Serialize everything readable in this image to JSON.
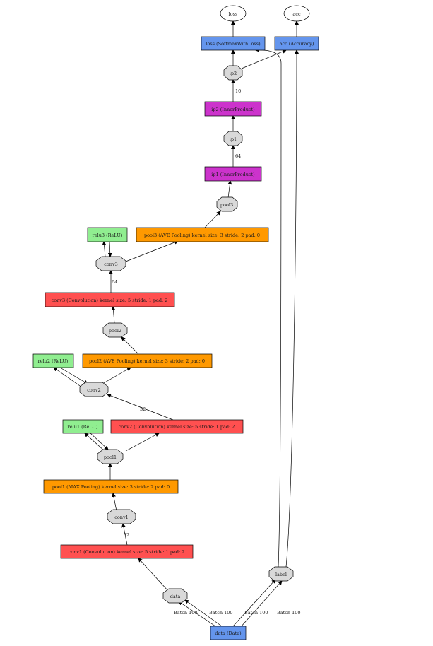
{
  "colors": {
    "blob": "#d9d9d9",
    "data_layer": "#6495ed",
    "convolution": "#ff5050",
    "pooling": "#ff9900",
    "relu": "#90ee90",
    "inner_product": "#cc33cc",
    "edge": "#000000"
  },
  "layers": {
    "loss_layer": "loss (SoftmaxWithLoss)",
    "acc_layer": "acc (Accuracy)",
    "ip2_layer": "ip2 (InnerProduct)",
    "ip1_layer": "ip1 (InnerProduct)",
    "pool3_layer": "pool3 (AVE Pooling) kernel size: 3 stride: 2 pad: 0",
    "relu3_layer": "relu3 (ReLU)",
    "conv3_layer": "conv3 (Convolution) kernel size: 5 stride: 1 pad: 2",
    "relu2_layer": "relu2 (ReLU)",
    "pool2_layer": "pool2 (AVE Pooling) kernel size: 3 stride: 2 pad: 0",
    "conv2_layer": "conv2 (Convolution) kernel size: 5 stride: 1 pad: 2",
    "relu1_layer": "relu1 (ReLU)",
    "pool1_layer": "pool1 (MAX Pooling) kernel size: 3 stride: 2 pad: 0",
    "conv1_layer": "conv1 (Convolution) kernel size: 5 stride: 1 pad: 2",
    "data_layer": "data (Data)"
  },
  "blobs": {
    "loss": "loss",
    "acc": "acc",
    "ip2": "ip2",
    "ip1": "ip1",
    "pool3": "pool3",
    "conv3": "conv3",
    "pool2": "pool2",
    "conv2": "conv2",
    "pool1": "pool1",
    "conv1": "conv1",
    "data": "data",
    "label": "label"
  },
  "edge_labels": {
    "ip2_out": "10",
    "ip1_out": "64",
    "conv3_out": "64",
    "conv2_out": "32",
    "conv1_out": "32",
    "data_to_data_1": "Batch 100",
    "data_to_data_2": "Batch 100",
    "data_to_label_1": "Batch 100",
    "data_to_label_2": "Batch 100"
  }
}
